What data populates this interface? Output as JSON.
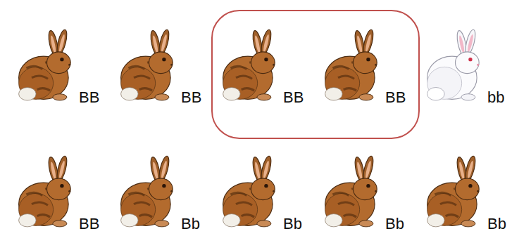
{
  "diagram": {
    "nodes": [
      {
        "text": [
          "BB",
          "BB"
        ]
      }
    ],
    "labels": [
      "BB",
      "BB",
      "bb",
      "BB",
      "Bb",
      "Bb",
      "Bb",
      "Bb"
    ]
  }
}
